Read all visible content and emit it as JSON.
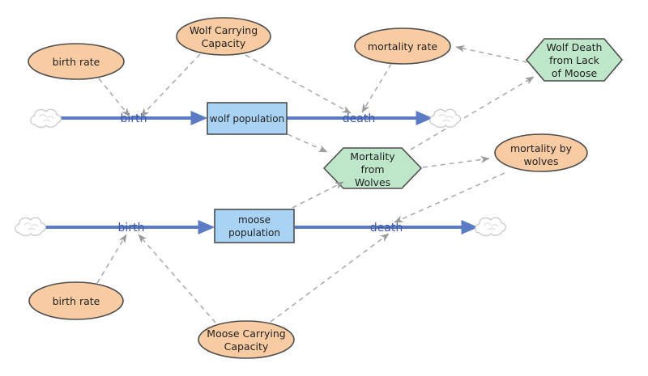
{
  "diagram": {
    "type": "stock-and-flow system dynamics model",
    "background": "#ffffff",
    "colors": {
      "stock_fill": "#a9d3f5",
      "variable_fill": "#f9cba3",
      "converter_fill": "#bee6c9",
      "shape_border": "#4d4d4d",
      "flow_color": "#5b7cc4",
      "flow_label_color": "#3b55a8",
      "connector_color": "#a8a8a8",
      "cloud_outline_color": "#c9c9c9",
      "text_color": "#1f1f1f"
    },
    "stocks": {
      "wolf_population": {
        "label": "wolf population"
      },
      "moose_population": {
        "lines": [
          "moose",
          "population"
        ]
      }
    },
    "variables": {
      "wolf_birth_rate": {
        "label": "birth rate"
      },
      "wolf_carrying_capacity": {
        "lines": [
          "Wolf Carrying",
          "Capacity"
        ]
      },
      "mortality_rate": {
        "label": "mortality rate"
      },
      "mortality_by_wolves": {
        "lines": [
          "mortality by",
          "wolves"
        ]
      },
      "moose_birth_rate": {
        "label": "birth rate"
      },
      "moose_carrying_capacity": {
        "lines": [
          "Moose Carrying",
          "Capacity"
        ]
      }
    },
    "converters": {
      "wolf_death_from_lack_of_moose": {
        "lines": [
          "Wolf Death",
          "from Lack",
          "of Moose"
        ]
      },
      "mortality_from_wolves": {
        "lines": [
          "Mortality",
          "from",
          "Wolves"
        ]
      }
    },
    "flows": {
      "wolf_birth": {
        "label": "birth"
      },
      "wolf_death": {
        "label": "death"
      },
      "moose_birth": {
        "label": "birth"
      },
      "moose_death": {
        "label": "death"
      }
    },
    "connections": [
      {
        "from": "birth rate (wolf)",
        "to": "wolf birth flow"
      },
      {
        "from": "Wolf Carrying Capacity",
        "to": "wolf birth flow"
      },
      {
        "from": "Wolf Carrying Capacity",
        "to": "wolf death flow"
      },
      {
        "from": "mortality rate",
        "to": "wolf death flow"
      },
      {
        "from": "Wolf Death from Lack of Moose",
        "to": "mortality rate"
      },
      {
        "from": "wolf population",
        "to": "Mortality from Wolves"
      },
      {
        "from": "Mortality from Wolves",
        "to": "Wolf Death from Lack of Moose"
      },
      {
        "from": "moose population",
        "to": "Mortality from Wolves"
      },
      {
        "from": "Mortality from Wolves",
        "to": "mortality by wolves"
      },
      {
        "from": "mortality by wolves",
        "to": "moose death flow"
      },
      {
        "from": "birth rate (moose)",
        "to": "moose birth flow"
      },
      {
        "from": "Moose Carrying Capacity",
        "to": "moose birth flow"
      },
      {
        "from": "Moose Carrying Capacity",
        "to": "moose death flow"
      }
    ]
  }
}
